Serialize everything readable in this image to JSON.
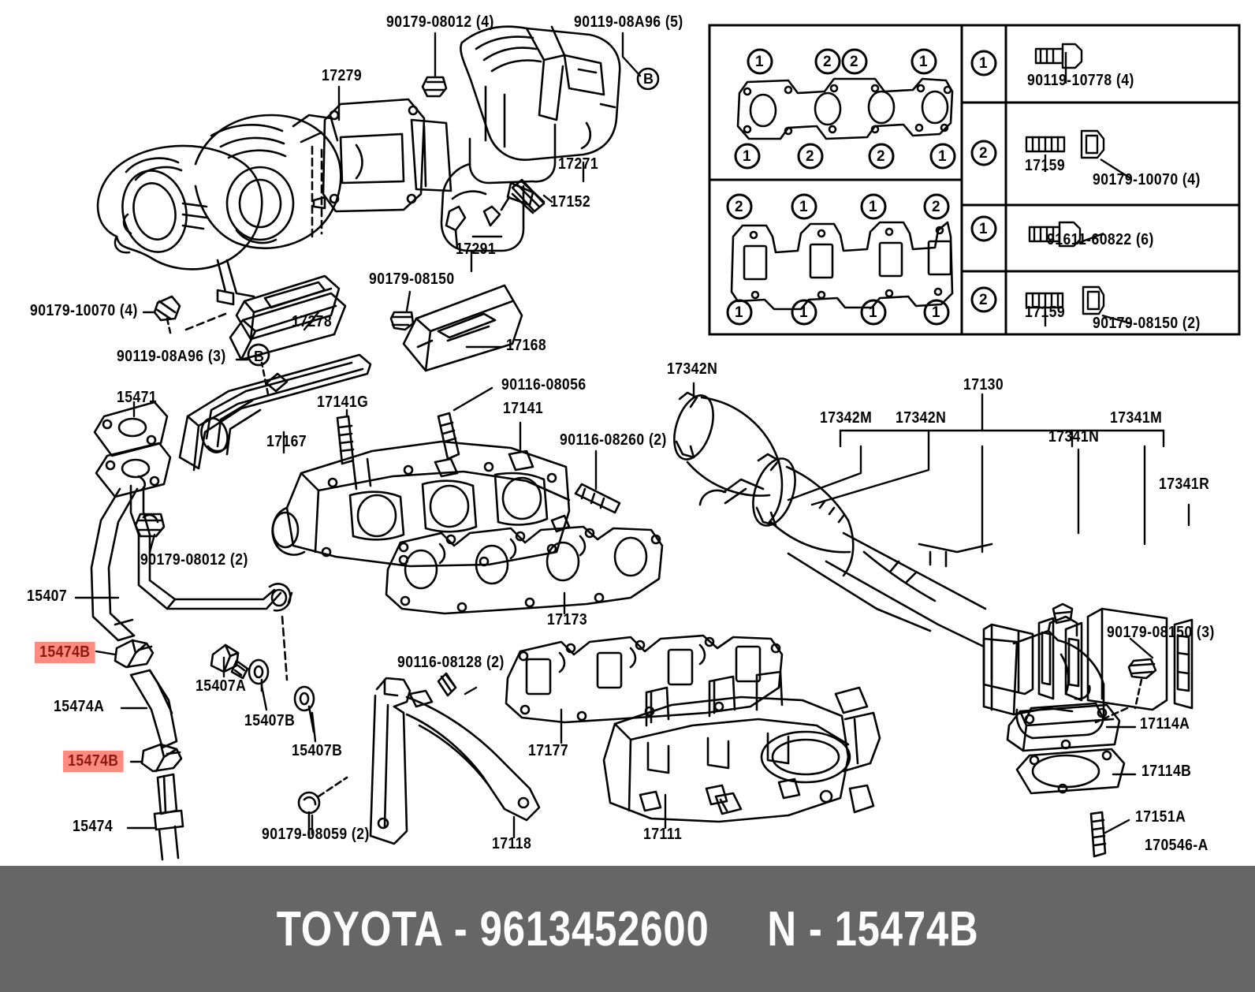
{
  "footer": {
    "brand": "TOYOTA",
    "dash": "-",
    "catalog_number": "9613452600",
    "ref_prefix": "N",
    "ref_part": "15474B"
  },
  "diagram": {
    "code": "170546-A",
    "callout_b": "B"
  },
  "legend": {
    "rows": [
      {
        "marker": "1",
        "parts": [
          "90119-10778 (4)"
        ]
      },
      {
        "marker": "2",
        "parts": [
          "17159",
          "90179-10070 (4)"
        ]
      },
      {
        "marker": "1",
        "parts": [
          "91611-60822 (6)"
        ]
      },
      {
        "marker": "2",
        "parts": [
          "17159",
          "90179-08150 (2)"
        ]
      }
    ],
    "gasket_top": {
      "top_markers": [
        "1",
        "2",
        "2",
        "1"
      ],
      "bottom_markers": [
        "1",
        "2",
        "2",
        "1"
      ]
    },
    "gasket_bottom": {
      "top_markers": [
        "2",
        "1",
        "1",
        "2"
      ],
      "bottom_markers": [
        "1",
        "1",
        "1",
        "1"
      ]
    }
  },
  "labels": {
    "l01": "90179-08012 (4)",
    "l02": "90119-08A96 (5)",
    "l03": "17279",
    "l04": "17271",
    "l05": "17152",
    "l06": "17291",
    "l07": "90179-10070 (4)",
    "l08": "17278",
    "l09": "90179-08150",
    "l10": "17168",
    "l11": "90119-08A96 (3)",
    "l12": "15471",
    "l13": "17167",
    "l14": "17141G",
    "l15": "90116-08056",
    "l16": "17141",
    "l17": "90116-08260 (2)",
    "l18": "90179-08012 (2)",
    "l19": "15407",
    "l20": "15474B",
    "l21": "15474A",
    "l22": "15474B",
    "l23": "15474",
    "l24": "15407A",
    "l25": "15407B",
    "l26": "15407B",
    "l27": "90179-08059 (2)",
    "l28": "90116-08128 (2)",
    "l29": "17177",
    "l30": "17118",
    "l31": "17111",
    "l32": "17173",
    "l33": "17342N",
    "l34": "17130",
    "l35": "17342M",
    "l36": "17342N",
    "l37": "17341N",
    "l38": "17341M",
    "l39": "17341R",
    "l40": "90179-08150 (3)",
    "l41": "17114A",
    "l42": "17114B",
    "l43": "17151A"
  },
  "colors": {
    "highlight_bg": "#ff8a80",
    "highlight_text": "#8b1a12",
    "footer_bg": "#666666",
    "line": "#000000"
  }
}
